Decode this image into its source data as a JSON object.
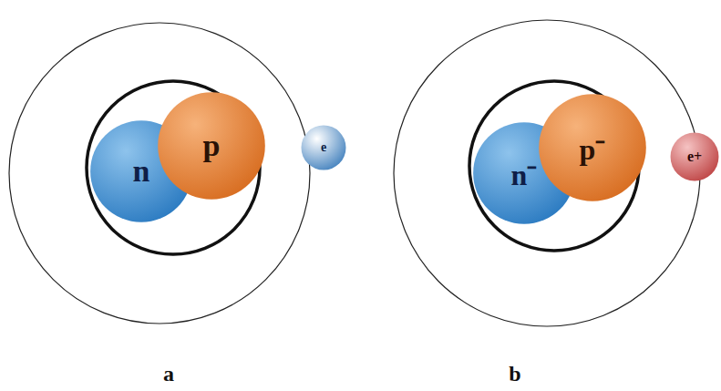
{
  "diagram": {
    "nodes": [
      {
        "text": [
          "n"
        ]
      },
      {
        "text": [
          "p"
        ]
      },
      {
        "text": [
          "e"
        ]
      },
      {
        "text": [
          "n⁻"
        ]
      },
      {
        "text": [
          "p⁻"
        ]
      },
      {
        "text": [
          "e+"
        ]
      }
    ],
    "labels": [
      "a",
      "b"
    ]
  }
}
